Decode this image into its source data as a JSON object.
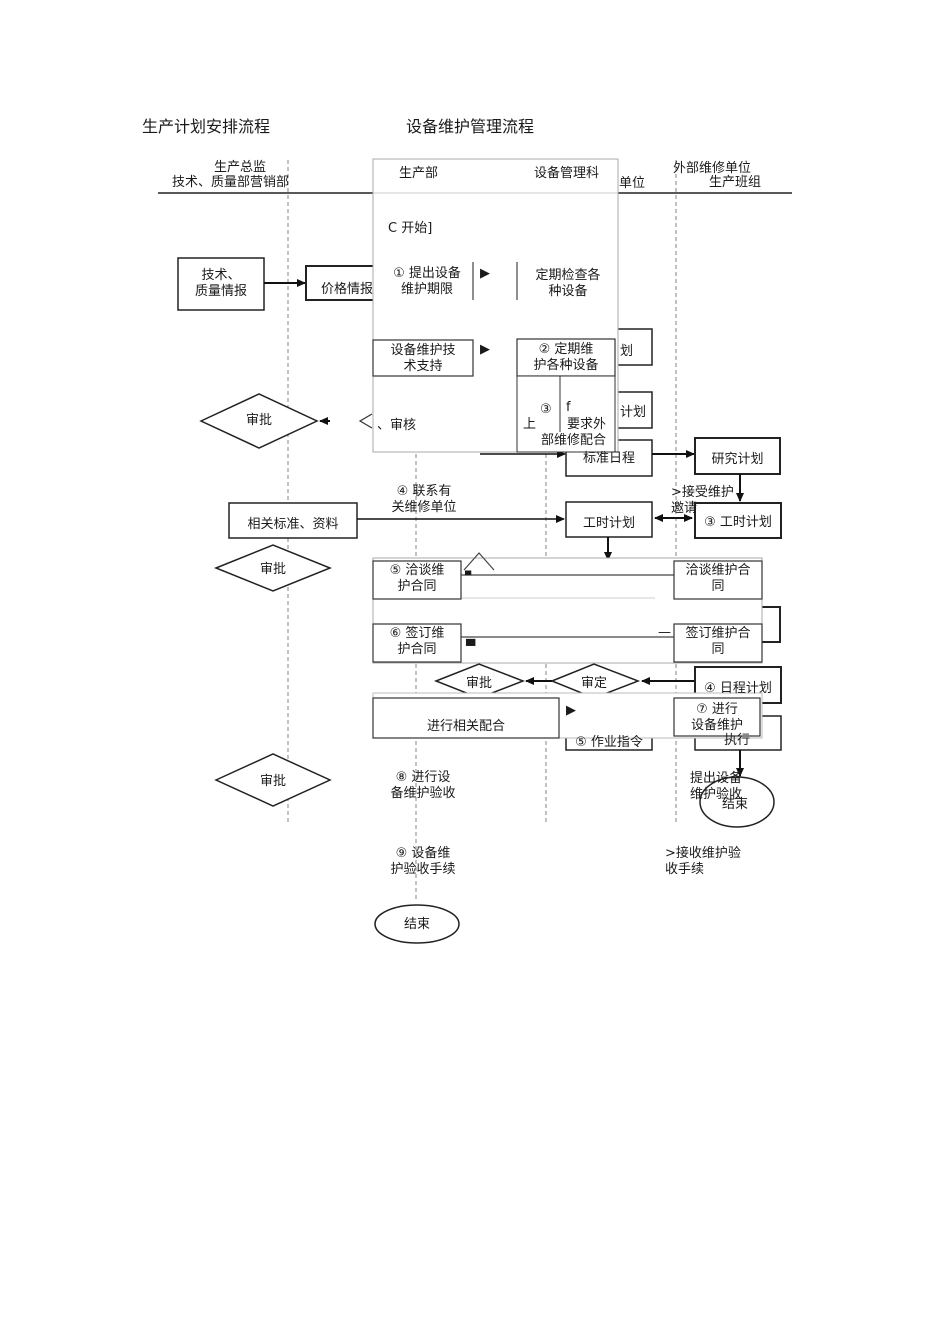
{
  "titles": {
    "production": "生产计划安排流程",
    "maintenance": "设备维护管理流程"
  },
  "lanes": {
    "supervisor": "生产总监",
    "tech_quality_sales": "技术、质量部营销部",
    "production_dept": "生产部",
    "equipment_section": "设备管理科",
    "unit": "单位",
    "external_unit": "外部维修单位",
    "production_team": "生产班组"
  },
  "background": {
    "tech_quality_info": "技术、\n质量情报",
    "price_info": "价格情报",
    "approve_1": "审批",
    "related_standards": "相关标准、资料",
    "approve_2": "审批",
    "approve_3": "审批",
    "plan_partial_1": "划",
    "plan_partial_2": "计划",
    "standard_schedule": "标准日程",
    "research_plan": "研究计划",
    "accept_maintenance_request": ">接受维护\n邀请",
    "work_hour_plan": "工时计划",
    "work_hour_plan_3": "③ 工时计划",
    "schedule_plan_4": "④ 日程计划",
    "work_order_5": "⑤ 作业指令",
    "execute": "执行",
    "end_bg": "结束"
  },
  "maintenance": {
    "start": "C 开始]",
    "step1": "① 提出设备\n维护期限",
    "regular_check": "定期检查各\n种设备",
    "tech_support": "设备维护技\n术支持",
    "step2": "② 定期维\n护各种设备",
    "step3_mark": "③",
    "step3_f": "f",
    "step3_up": "上",
    "step3": "要求外\n部维修配合",
    "review": "、审核",
    "step4": "④ 联系有\n关维修单位",
    "step5": "⑤ 洽谈维\n护合同",
    "ext_negotiate": "洽谈维护合\n同",
    "step6": "⑥ 签订维\n护合同",
    "ext_sign": "签订维护合\n同",
    "approve": "审批",
    "determine": "审定",
    "related_coop": "进行相关配合",
    "step7": "⑦ 进行\n设备维护",
    "step8": "⑧ 进行设\n备维护验收",
    "propose_acceptance": "提出设备\n维护验收",
    "step9": "⑨ 设备维\n护验收手续",
    "receive_acceptance": ">接收维护验\n收手续",
    "end": "结束"
  },
  "glyphs": {
    "arrow_right": "▶",
    "dash": "—",
    "small_mark": "▀"
  }
}
